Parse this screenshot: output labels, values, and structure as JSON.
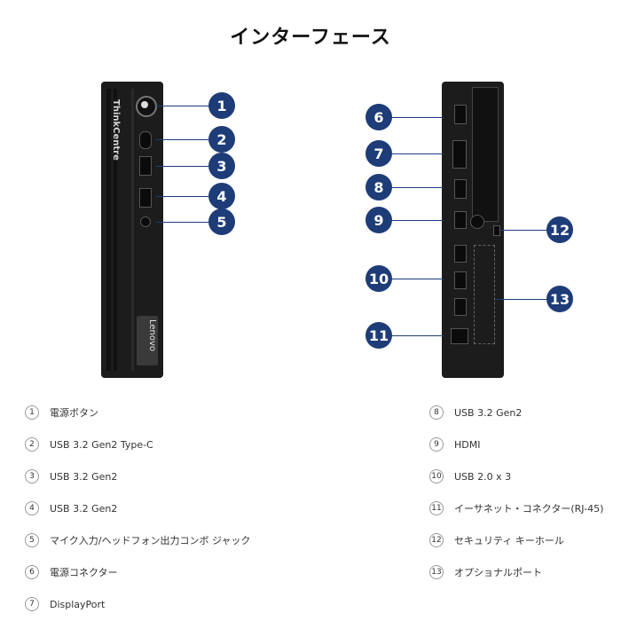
{
  "title": "インターフェース",
  "front_labels": {
    "brand": "ThinkCentre",
    "lenovo": "Lenovo"
  },
  "callouts": [
    "1",
    "2",
    "3",
    "4",
    "5",
    "6",
    "7",
    "8",
    "9",
    "10",
    "11",
    "12",
    "13"
  ],
  "legend": [
    {
      "num": "1",
      "text": "電源ボタン"
    },
    {
      "num": "2",
      "text": "USB 3.2 Gen2 Type-C"
    },
    {
      "num": "3",
      "text": "USB 3.2 Gen2"
    },
    {
      "num": "4",
      "text": "USB 3.2 Gen2"
    },
    {
      "num": "5",
      "text": "マイク入力/ヘッドフォン出力コンボ ジャック"
    },
    {
      "num": "6",
      "text": "電源コネクター"
    },
    {
      "num": "7",
      "text": "DisplayPort"
    },
    {
      "num": "8",
      "text": "USB 3.2 Gen2"
    },
    {
      "num": "9",
      "text": "HDMI"
    },
    {
      "num": "10",
      "text": "USB 2.0 x 3"
    },
    {
      "num": "11",
      "text": "イーサネット・コネクター(RJ-45)"
    },
    {
      "num": "12",
      "text": "セキュリティ キーホール"
    },
    {
      "num": "13",
      "text": "オプショナルポート"
    }
  ]
}
